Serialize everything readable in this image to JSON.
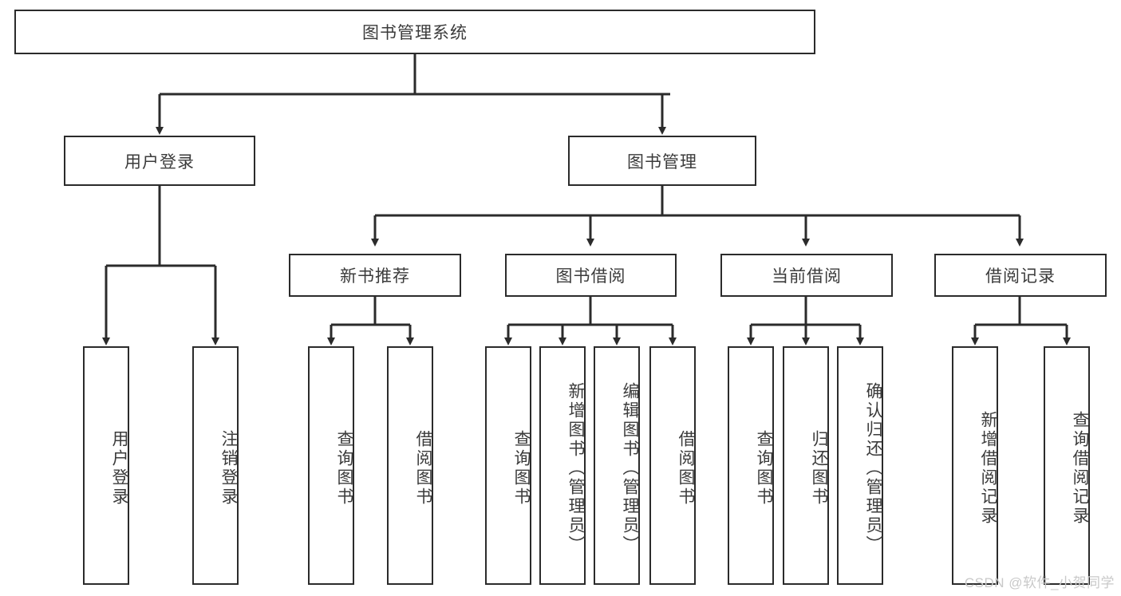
{
  "diagram": {
    "title": "图书管理系统",
    "type": "hierarchy-tree",
    "root": {
      "label": "图书管理系统"
    },
    "level2": [
      {
        "label": "用户登录"
      },
      {
        "label": "图书管理"
      }
    ],
    "level3": [
      {
        "label": "新书推荐"
      },
      {
        "label": "图书借阅"
      },
      {
        "label": "当前借阅"
      },
      {
        "label": "借阅记录"
      }
    ],
    "leaves": {
      "user_login": [
        {
          "label": "用户登录"
        },
        {
          "label": "注销登录"
        }
      ],
      "new_book_recommend": [
        {
          "label": "查询图书"
        },
        {
          "label": "借阅图书"
        }
      ],
      "book_borrow": [
        {
          "label": "查询图书"
        },
        {
          "label": "新增图书（管理员）"
        },
        {
          "label": "编辑图书（管理员）"
        },
        {
          "label": "借阅图书"
        }
      ],
      "current_borrow": [
        {
          "label": "查询图书"
        },
        {
          "label": "归还图书"
        },
        {
          "label": "确认归还（管理员）"
        }
      ],
      "borrow_records": [
        {
          "label": "新增借阅记录"
        },
        {
          "label": "查询借阅记录"
        }
      ]
    }
  },
  "watermark": {
    "text": "CSDN @软件_小贺同学"
  },
  "colors": {
    "stroke": "#2b2b2b",
    "text": "#3b3b3b",
    "background": "#ffffff",
    "watermark": "#c9c9c9"
  }
}
